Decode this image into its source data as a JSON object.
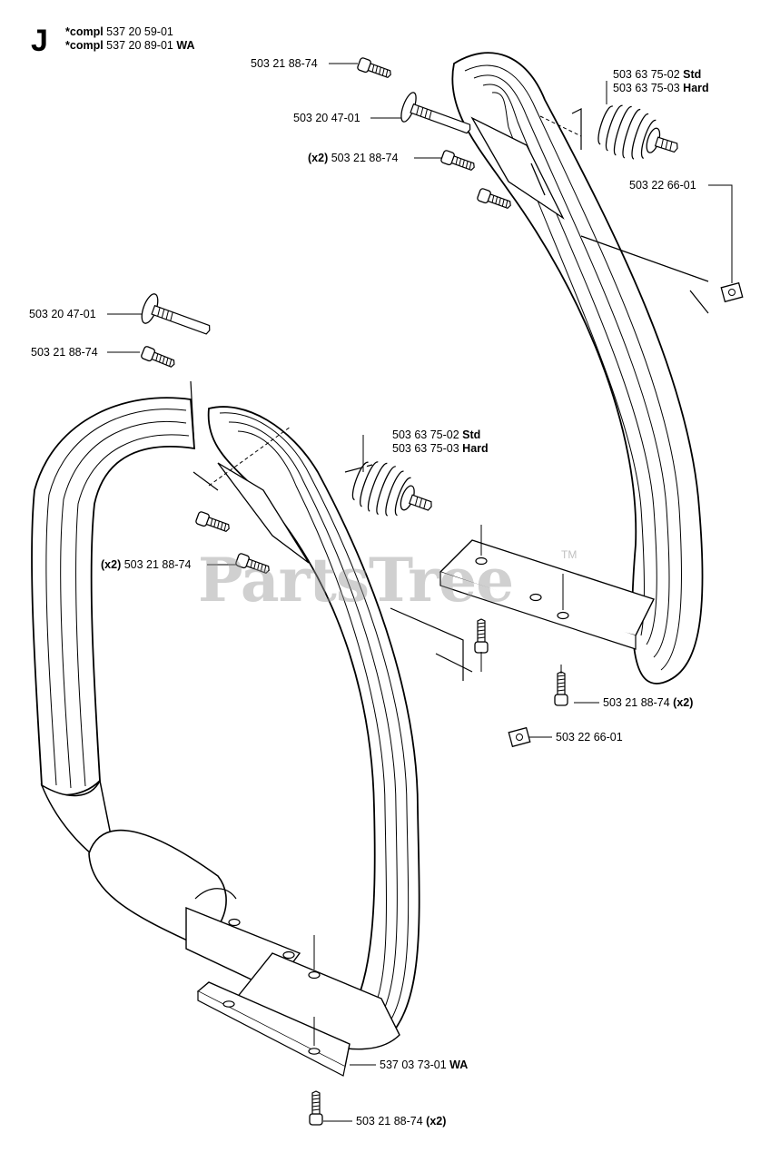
{
  "section": {
    "letter": "J"
  },
  "header": [
    {
      "prefix": "*compl",
      "number": "537 20 59-01",
      "suffix": ""
    },
    {
      "prefix": "*compl",
      "number": "537 20 89-01",
      "suffix": "WA"
    }
  ],
  "watermark": {
    "text": "PartsTree",
    "tm": "TM"
  },
  "callouts": {
    "screw_top_1": {
      "qty": "",
      "number": "503 21 88-74",
      "suffix": ""
    },
    "pin_top": {
      "qty": "",
      "number": "503 20 47-01",
      "suffix": ""
    },
    "screw_top_x2": {
      "qty": "(x2)",
      "number": "503 21 88-74",
      "suffix": ""
    },
    "spring_top_std": {
      "qty": "",
      "number": "503 63 75-02",
      "suffix": "Std"
    },
    "spring_top_hard": {
      "qty": "",
      "number": "503 63 75-03",
      "suffix": "Hard"
    },
    "nut_top": {
      "qty": "",
      "number": "503 22 66-01",
      "suffix": ""
    },
    "pin_left": {
      "qty": "",
      "number": "503 20 47-01",
      "suffix": ""
    },
    "screw_left": {
      "qty": "",
      "number": "503 21 88-74",
      "suffix": ""
    },
    "spring_mid_std": {
      "qty": "",
      "number": "503 63 75-02",
      "suffix": "Std"
    },
    "spring_mid_hard": {
      "qty": "",
      "number": "503 63 75-03",
      "suffix": "Hard"
    },
    "screw_left_x2": {
      "qty": "(x2)",
      "number": "503 21 88-74",
      "suffix": ""
    },
    "screw_right_x2": {
      "qty": "",
      "number": "503 21 88-74",
      "suffix": "(x2)"
    },
    "nut_right": {
      "qty": "",
      "number": "503 22 66-01",
      "suffix": ""
    },
    "plate_bottom": {
      "qty": "",
      "number": "537 03 73-01",
      "suffix": "WA"
    },
    "screw_bottom_x2": {
      "qty": "",
      "number": "503 21 88-74",
      "suffix": "(x2)"
    }
  }
}
